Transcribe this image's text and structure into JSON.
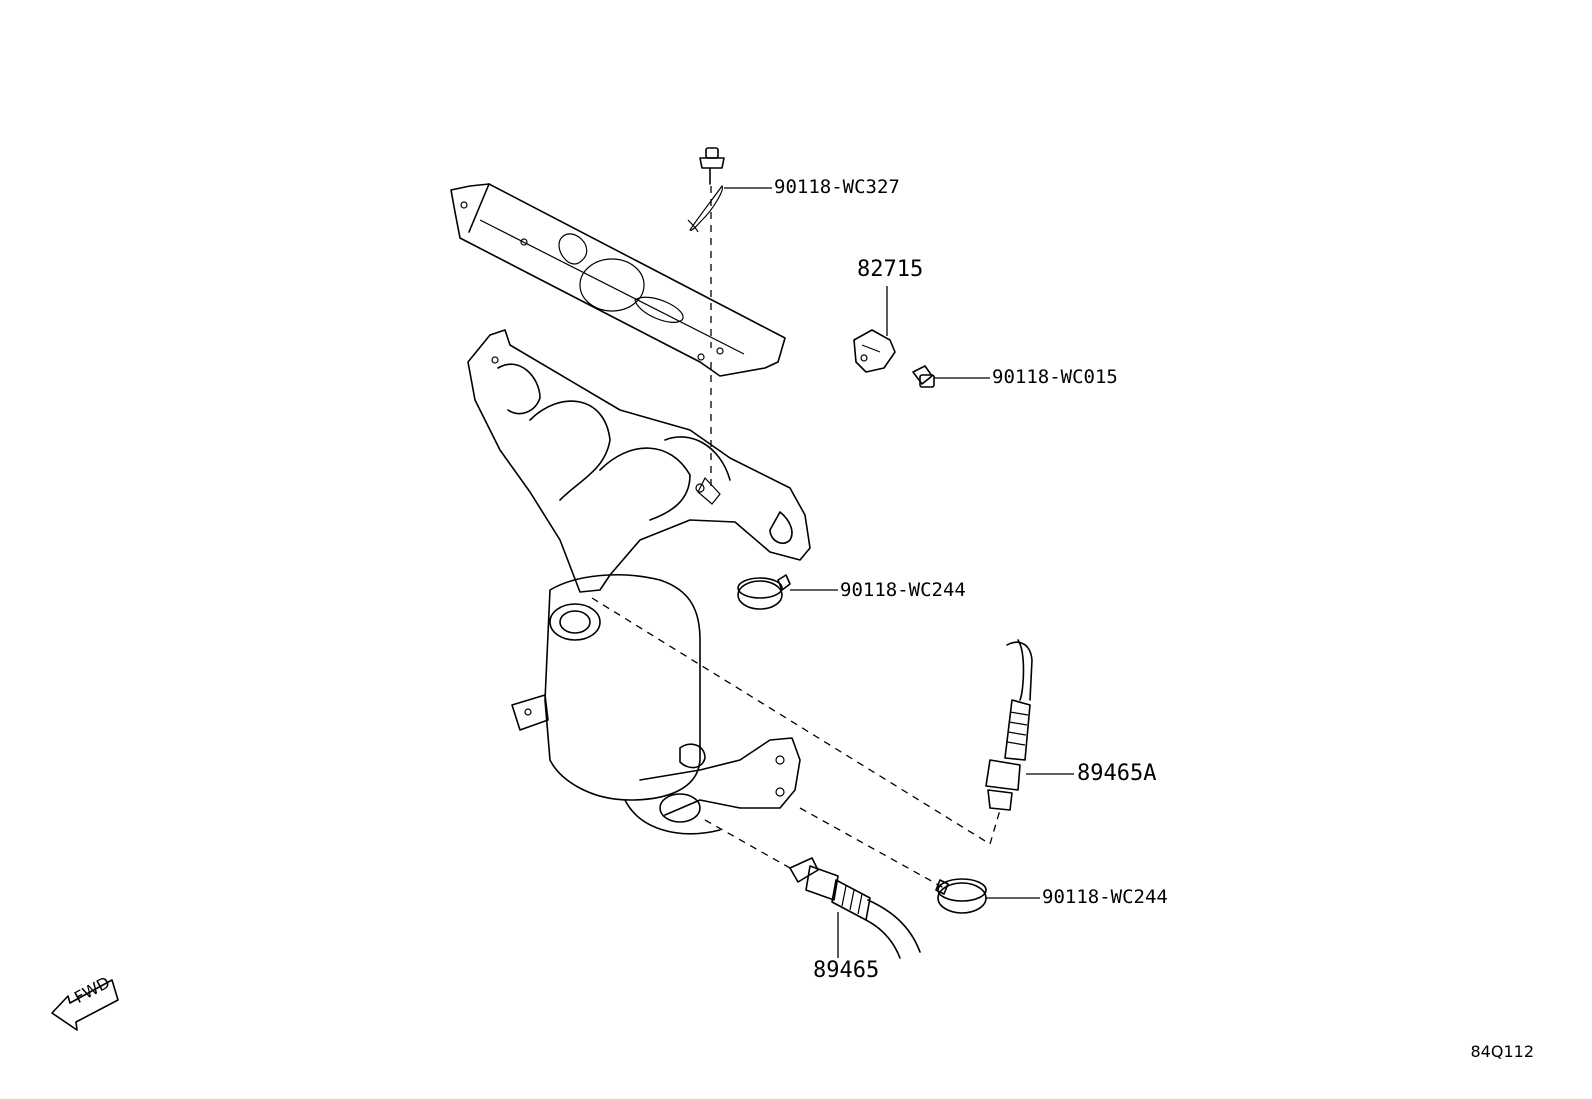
{
  "callouts": {
    "bolt_top": "90118-WC327",
    "insulator": "82715",
    "bolt_insulator": "90118-WC015",
    "clamp_upper": "90118-WC244",
    "sensor_a": "89465A",
    "clamp_lower": "90118-WC244",
    "sensor": "89465"
  },
  "direction_indicator": "FWD",
  "drawing_code": "84Q112",
  "icons": {
    "direction": "fwd-arrow-icon"
  }
}
